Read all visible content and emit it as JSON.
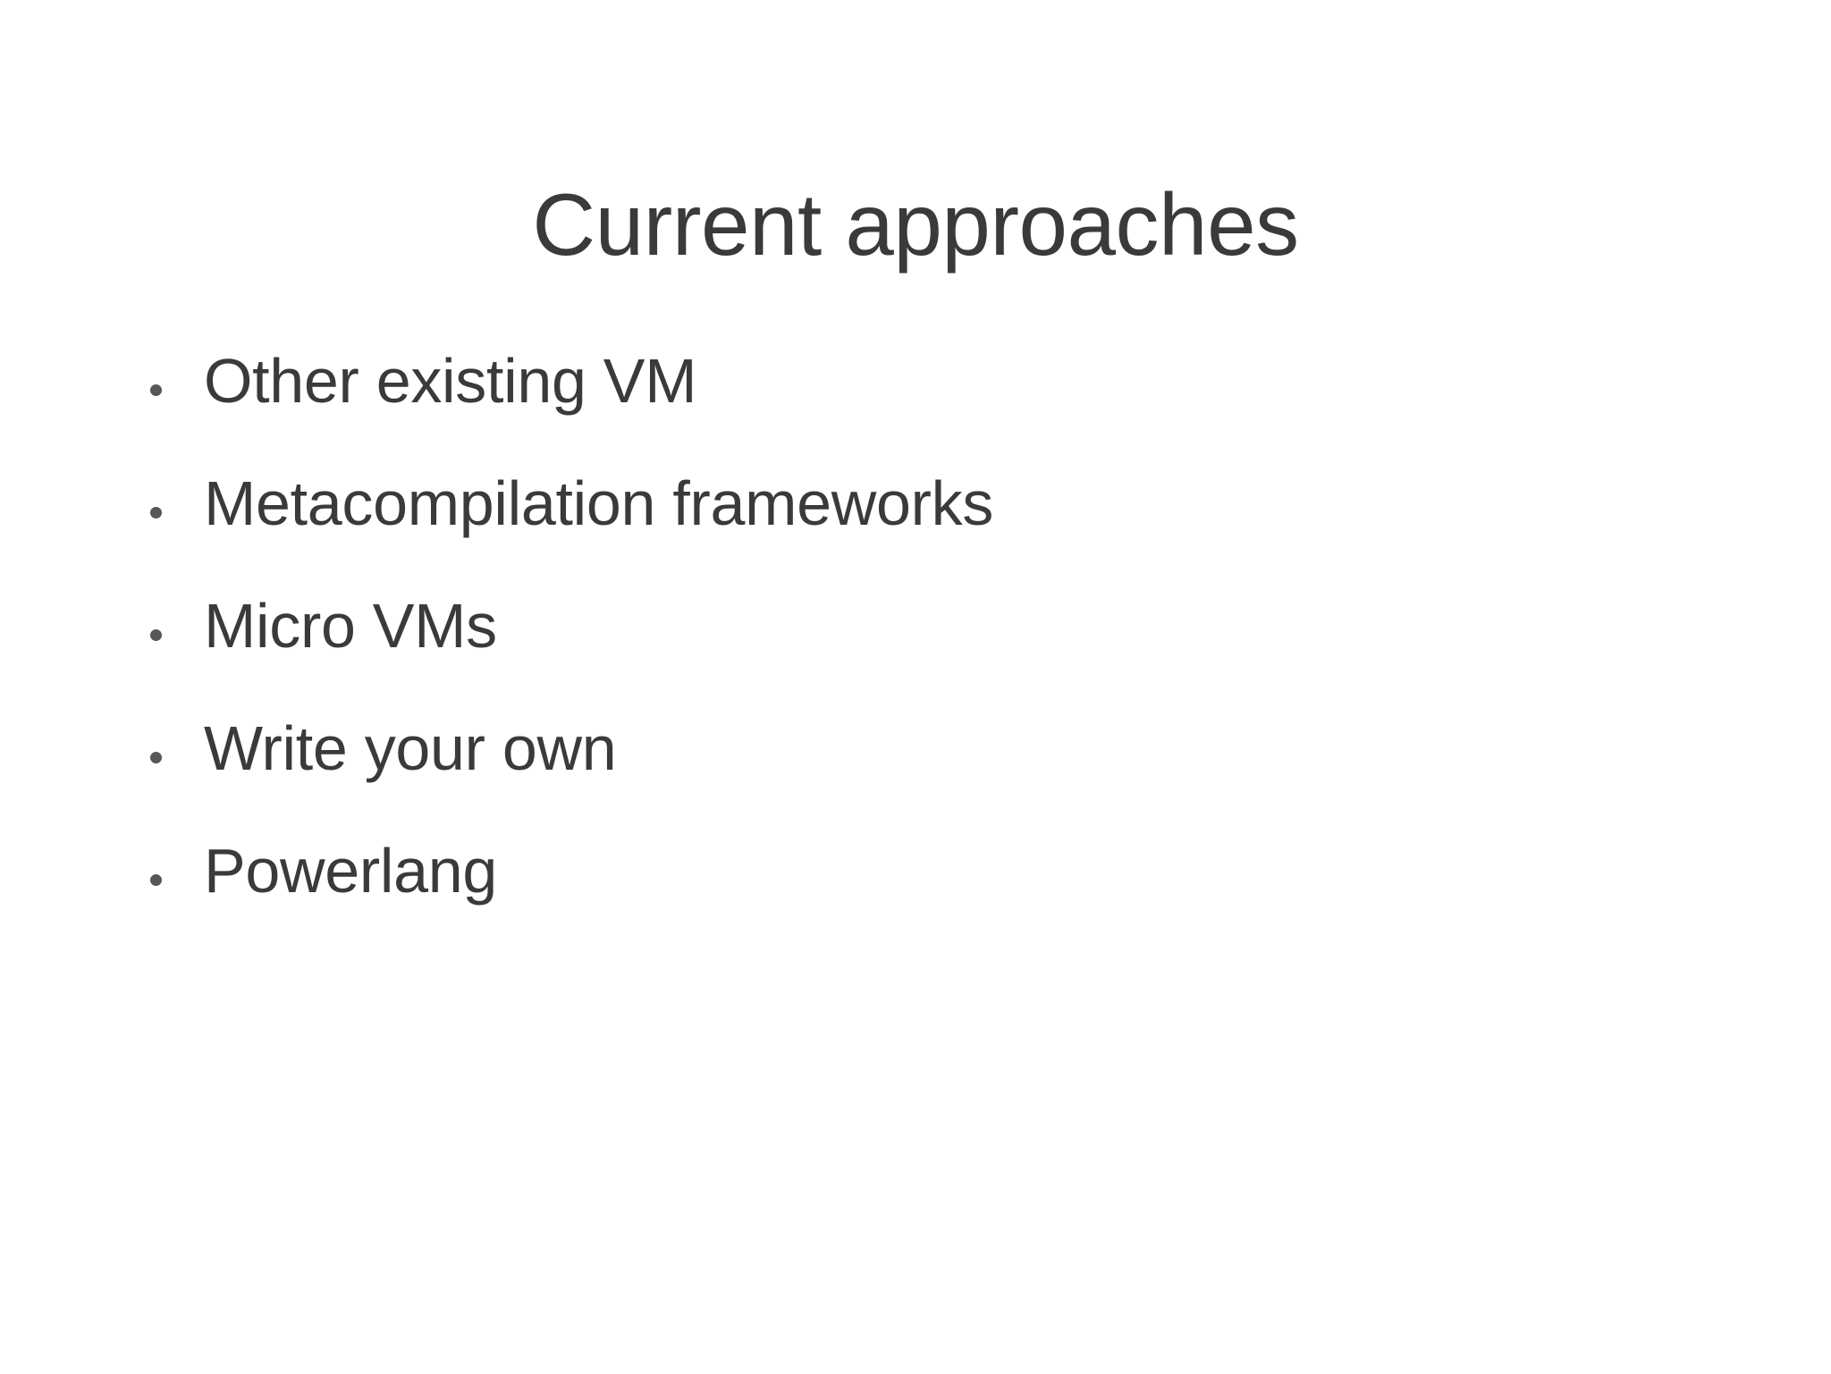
{
  "slide": {
    "background_color": "#ffffff",
    "text_color": "#3a3a38",
    "bullet_color": "#575757",
    "title": "Current approaches",
    "bullets": [
      {
        "text": "Other existing VM"
      },
      {
        "text": "Metacompilation frameworks"
      },
      {
        "text": "Micro VMs"
      },
      {
        "text": "Write your own"
      },
      {
        "text": "Powerlang"
      }
    ]
  }
}
